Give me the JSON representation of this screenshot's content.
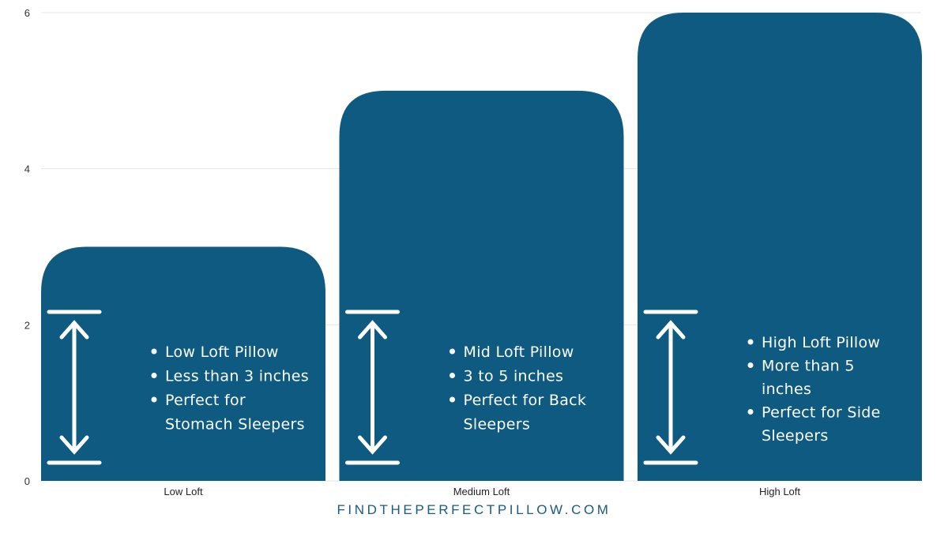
{
  "chart_data": {
    "type": "bar",
    "categories": [
      "Low Loft",
      "Medium Loft",
      "High Loft"
    ],
    "values": [
      3,
      5,
      6
    ],
    "ylim": [
      0,
      6
    ],
    "yticks": [
      "0",
      "2",
      "4",
      "6"
    ],
    "grid": true,
    "bar_color": "#0e5a80",
    "annotations": [
      {
        "bullets": [
          [
            "Low Loft Pillow"
          ],
          [
            "Less than 3 inches"
          ],
          [
            "Perfect for",
            "Stomach Sleepers"
          ]
        ]
      },
      {
        "bullets": [
          [
            "Mid Loft Pillow"
          ],
          [
            "3 to 5 inches"
          ],
          [
            "Perfect for Back",
            "Sleepers"
          ]
        ]
      },
      {
        "bullets": [
          [
            "High Loft Pillow"
          ],
          [
            "More than 5",
            "inches"
          ],
          [
            "Perfect for Side",
            "Sleepers"
          ]
        ]
      }
    ]
  },
  "footer": {
    "site": "FINDTHEPERFECTPILLOW.COM"
  },
  "colors": {
    "bar": "#0e5a80",
    "footer_text": "#1b5a82",
    "grid": "#e6e6e6",
    "arrow": "#ffffff"
  }
}
